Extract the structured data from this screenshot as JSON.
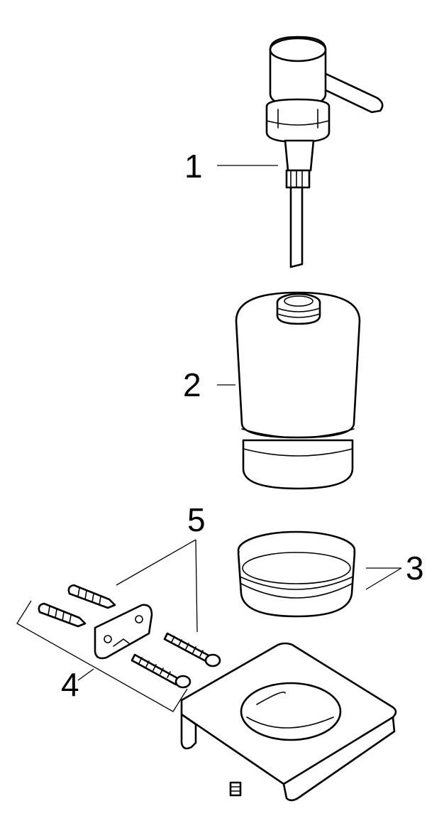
{
  "callouts": {
    "pump": "1",
    "container": "2",
    "ring": "3",
    "mount_set": "4",
    "fasteners": "5"
  },
  "colors": {
    "line": "#000000",
    "background": "#ffffff"
  }
}
